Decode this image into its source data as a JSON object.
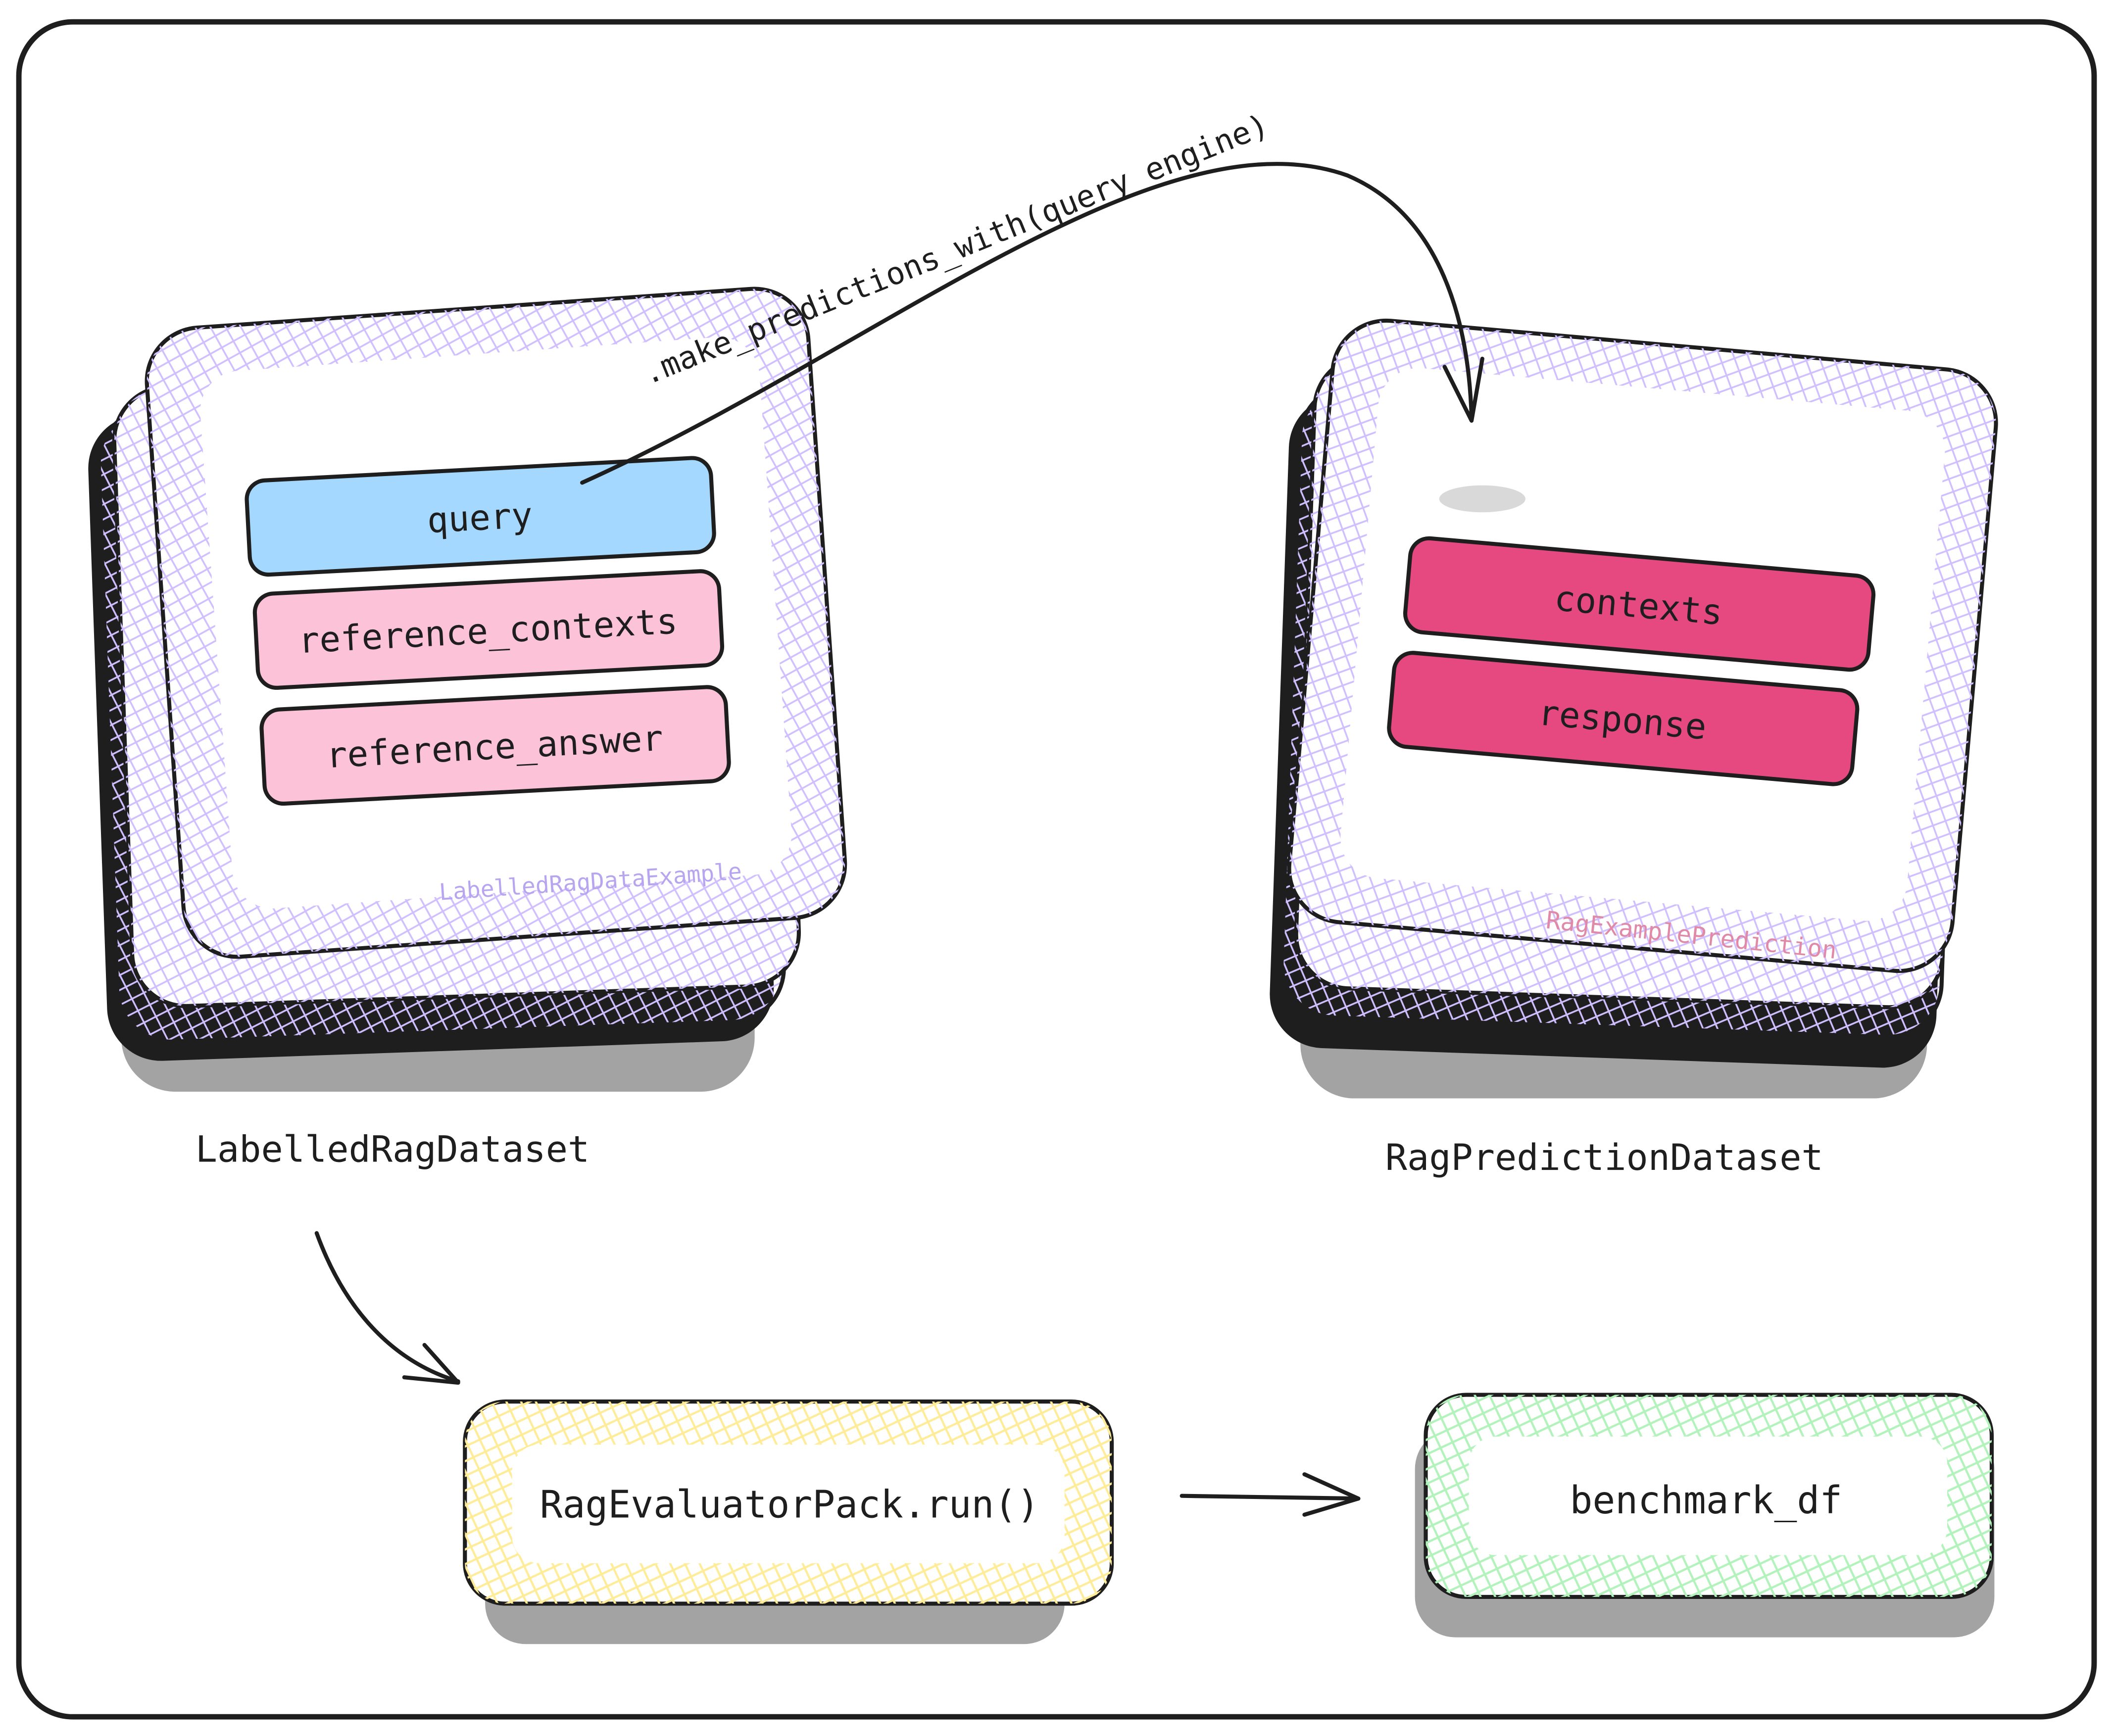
{
  "left_card": {
    "fields": [
      "query",
      "reference_contexts",
      "reference_answer"
    ],
    "caption": "LabelledRagDataExample",
    "dataset_label": "LabelledRagDataset"
  },
  "right_card": {
    "fields": [
      "contexts",
      "response"
    ],
    "caption": "RagExamplePrediction",
    "dataset_label": "RagPredictionDataset"
  },
  "arrow_label": ".make_predictions_with(query_engine)",
  "evaluator_box": {
    "label": "RagEvaluatorPack.run()"
  },
  "output_box": {
    "label": "benchmark_df"
  },
  "colors": {
    "hatch": "#d0bfff",
    "query": "#a5d8ff",
    "reference": "#fcc2d7",
    "prediction": "#e64980",
    "left_caption": "#b8a5f0",
    "right_caption": "#e08aa8",
    "evaluator_hatch": "#ffec99",
    "output_hatch": "#b2f2bb",
    "shadow": "#a3a3a3",
    "ink": "#1e1e1e"
  }
}
